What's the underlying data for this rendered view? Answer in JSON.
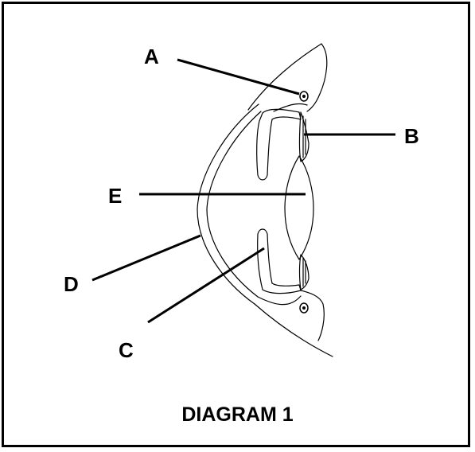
{
  "diagram": {
    "caption": "DIAGRAM 1",
    "labels": {
      "a": "A",
      "b": "B",
      "c": "C",
      "d": "D",
      "e": "E"
    }
  }
}
